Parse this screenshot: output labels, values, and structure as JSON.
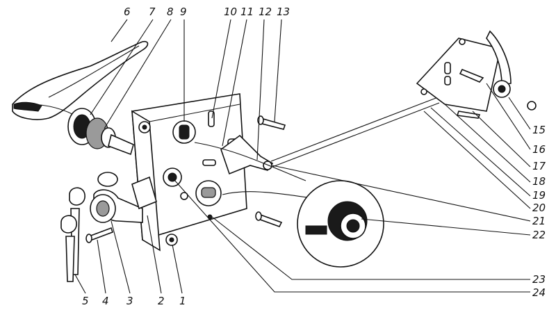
{
  "callouts": {
    "n1": "1",
    "n2": "2",
    "n3": "3",
    "n4": "4",
    "n5": "5",
    "n6": "6",
    "n7": "7",
    "n8": "8",
    "n9": "9",
    "n10": "10",
    "n11": "11",
    "n12": "12",
    "n13": "13",
    "n15": "15",
    "n16": "16",
    "n17": "17",
    "n18": "18",
    "n19": "19",
    "n20": "20",
    "n21": "21",
    "n22": "22",
    "n23": "23",
    "n24": "24"
  },
  "colors": {
    "ink": "#111111",
    "background": "#ffffff"
  }
}
